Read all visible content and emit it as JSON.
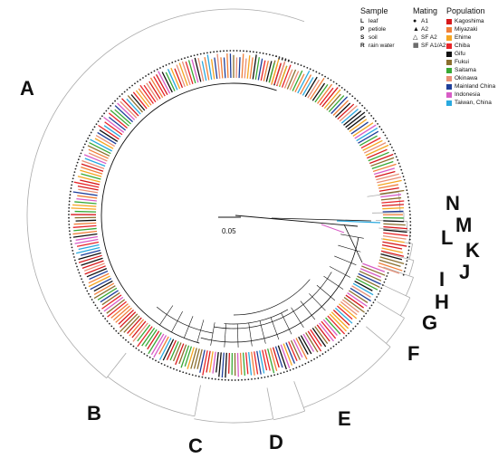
{
  "legend": {
    "sample": {
      "title": "Sample",
      "items": [
        {
          "code": "L",
          "label": "leaf"
        },
        {
          "code": "P",
          "label": "petiole"
        },
        {
          "code": "S",
          "label": "soil"
        },
        {
          "code": "R",
          "label": "rain water"
        }
      ]
    },
    "mating": {
      "title": "Mating",
      "items": [
        {
          "symbol": "●",
          "label": "A1"
        },
        {
          "symbol": "▲",
          "label": "A2"
        },
        {
          "symbol": "△",
          "label": "SF A2"
        },
        {
          "symbol": "▦",
          "label": "SF A1/A2"
        }
      ]
    },
    "population": {
      "title": "Population",
      "items": [
        {
          "label": "Kagoshima",
          "color": "#d7191c"
        },
        {
          "label": "Miyazaki",
          "color": "#f07f3a"
        },
        {
          "label": "Ehime",
          "color": "#f5a623"
        },
        {
          "label": "Chiba",
          "color": "#e8262a"
        },
        {
          "label": "Gifu",
          "color": "#111111"
        },
        {
          "label": "Fukui",
          "color": "#8b6f2e"
        },
        {
          "label": "Saitama",
          "color": "#39a935"
        },
        {
          "label": "Okinawa",
          "color": "#e98f75"
        },
        {
          "label": "Mainland China",
          "color": "#1f3f9a"
        },
        {
          "label": "Indonesia",
          "color": "#d85cc6"
        },
        {
          "label": "Taiwan, China",
          "color": "#29a9df"
        }
      ]
    }
  },
  "scale_bar": {
    "label": "0.05"
  },
  "clades": [
    "A",
    "B",
    "C",
    "D",
    "E",
    "F",
    "G",
    "H",
    "I",
    "J",
    "K",
    "L",
    "M",
    "N"
  ]
}
